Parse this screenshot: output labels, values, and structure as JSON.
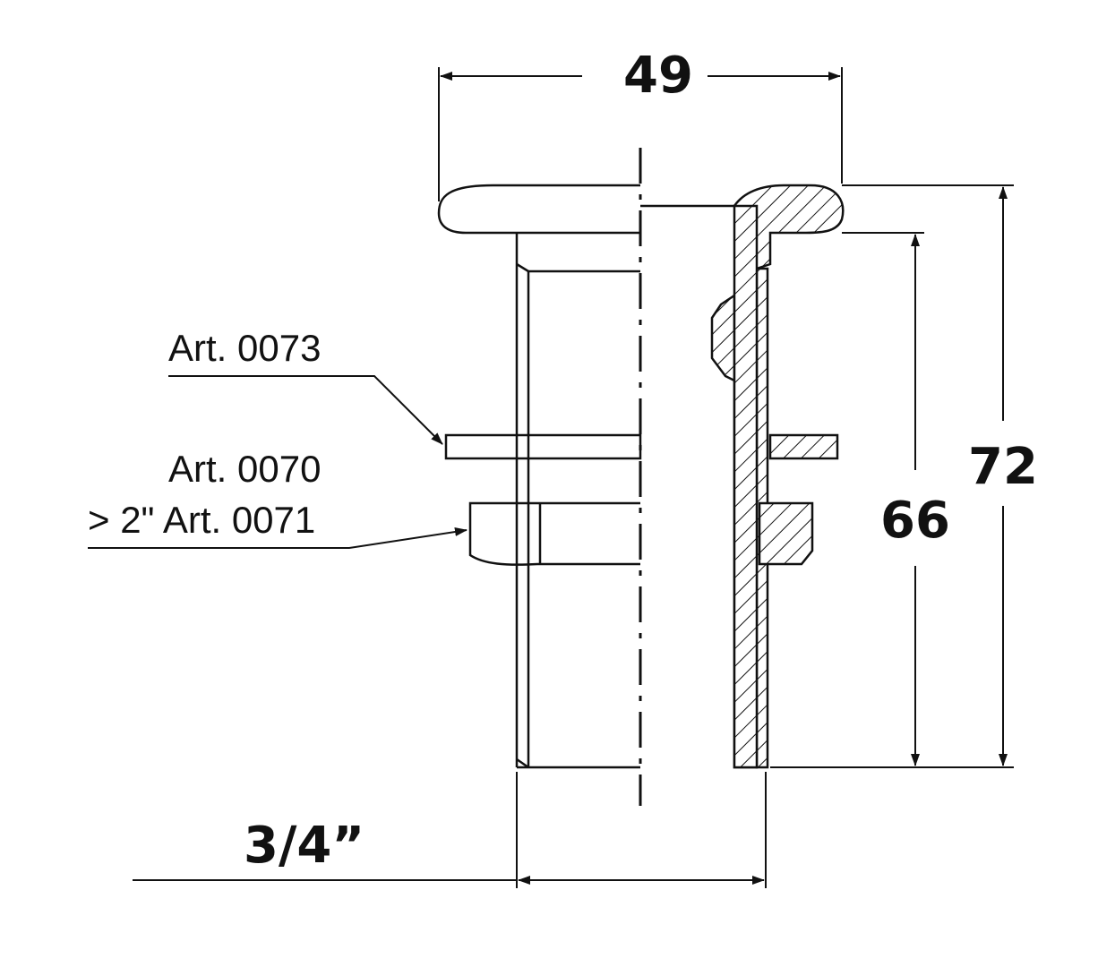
{
  "dimensions": {
    "width_top": "49",
    "height_total": "72",
    "height_body": "66",
    "thread_size": "3/4”"
  },
  "labels": {
    "washer": "Art. 0073",
    "nut": "Art. 0070",
    "nut_large": "> 2\" Art. 0071"
  }
}
